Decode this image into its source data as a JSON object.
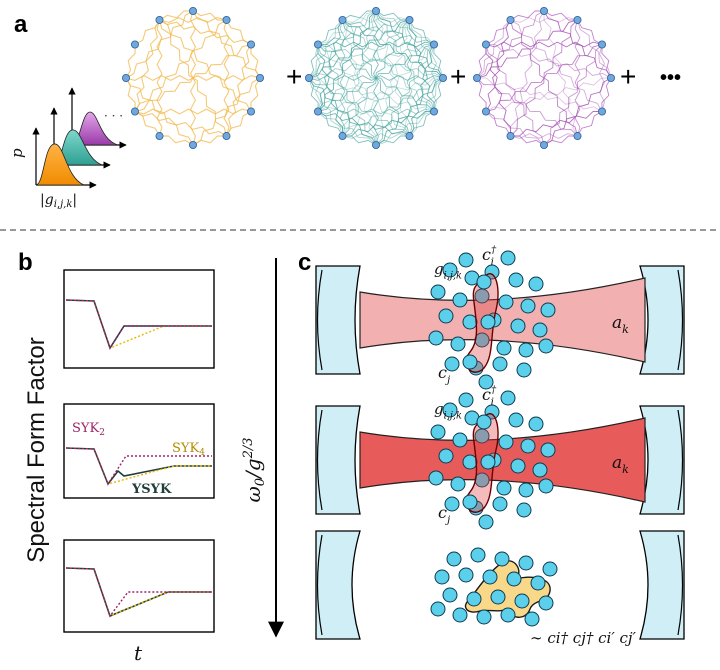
{
  "panels": {
    "a": {
      "label": "a",
      "plus": "+",
      "more": "•••"
    },
    "b": {
      "label": "b"
    },
    "c": {
      "label": "c"
    }
  },
  "dist_plot": {
    "ylabel": "p",
    "xlabel": "|g",
    "xlabel_sub": "i,j,k",
    "xlabel_end": "|",
    "ellipsis": "· · ·",
    "colors": [
      "#f5a623",
      "#4bbfb0",
      "#c070c8"
    ]
  },
  "graphs": [
    {
      "color": "#f2b84b",
      "style": "light"
    },
    {
      "color": "#4aa6a0",
      "style": "medium"
    },
    {
      "color": "#a64fb4",
      "style": "medium"
    }
  ],
  "sff": {
    "ylabel": "Spectral Form Factor",
    "xlabel": "t",
    "legend": {
      "syk2": "SYK",
      "syk2_sub": "2",
      "syk4": "SYK",
      "syk4_sub": "4",
      "ysyk": "YSYK"
    },
    "colors": {
      "syk2": "#a0206a",
      "syk4": "#e8b800",
      "ysyk": "#1f3d3a"
    }
  },
  "arrow": {
    "label": "ω",
    "label_sub": "0",
    "label_mid": "/g",
    "label_sup": "2/3"
  },
  "cavities": {
    "rows": [
      {
        "beam_color": "#f2b0b0",
        "g_label": "g",
        "g_sub": "i,j,k",
        "cdag_label": "c",
        "cdag_sub": "i",
        "cdag_sup": "†",
        "cj_label": "c",
        "cj_sub": "j",
        "ak_label": "a",
        "ak_sub": "k"
      },
      {
        "beam_color": "#e85b5b",
        "g_label": "g",
        "g_sub": "i,j,k",
        "cdag_label": "c",
        "cdag_sub": "i",
        "cdag_sup": "†",
        "cj_label": "c",
        "cj_sub": "j",
        "ak_label": "a",
        "ak_sub": "k"
      },
      {
        "beam_color": "none"
      }
    ],
    "interaction_label": "∼ c",
    "interaction_terms": "i† cj† ci′ cj′",
    "atom_color": "#5cd0ea",
    "mirror_color": "#cfeef6"
  }
}
